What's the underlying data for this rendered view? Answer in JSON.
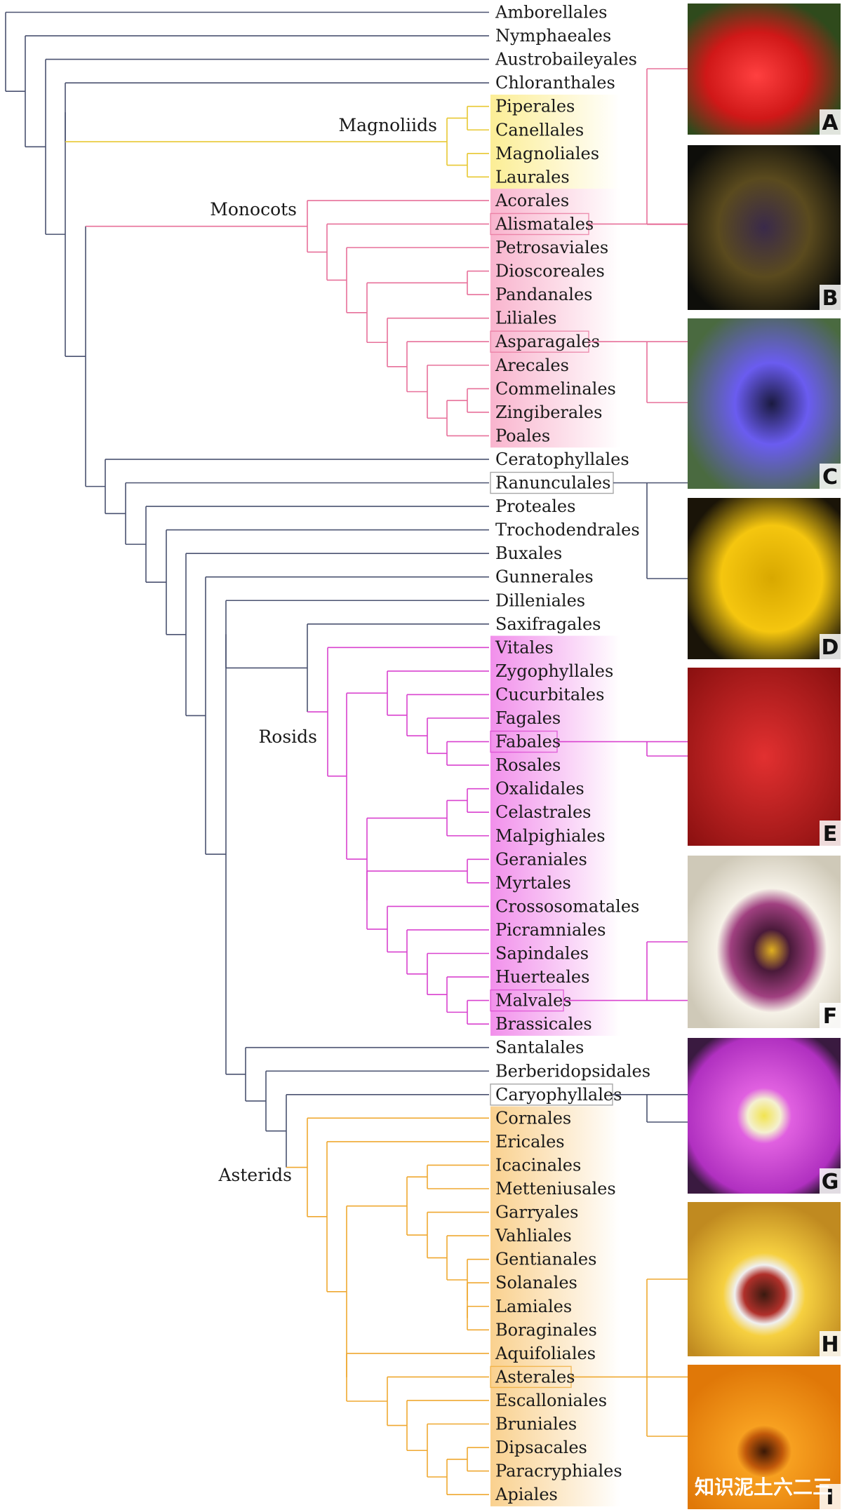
{
  "colors": {
    "base": "#4a5270",
    "magnoliids": "#e8c832",
    "monocots": "#e7709a",
    "rosids": "#d942cf",
    "asterids": "#efa830"
  },
  "taxa": [
    {
      "name": "Amborellales",
      "group": "base"
    },
    {
      "name": "Nymphaeales",
      "group": "base"
    },
    {
      "name": "Austrobaileyales",
      "group": "base"
    },
    {
      "name": "Chloranthales",
      "group": "base"
    },
    {
      "name": "Piperales",
      "group": "magnoliids"
    },
    {
      "name": "Canellales",
      "group": "magnoliids"
    },
    {
      "name": "Magnoliales",
      "group": "magnoliids"
    },
    {
      "name": "Laurales",
      "group": "magnoliids"
    },
    {
      "name": "Acorales",
      "group": "monocots"
    },
    {
      "name": "Alismatales",
      "group": "monocots"
    },
    {
      "name": "Petrosaviales",
      "group": "monocots"
    },
    {
      "name": "Dioscoreales",
      "group": "monocots"
    },
    {
      "name": "Pandanales",
      "group": "monocots"
    },
    {
      "name": "Liliales",
      "group": "monocots"
    },
    {
      "name": "Asparagales",
      "group": "monocots"
    },
    {
      "name": "Arecales",
      "group": "monocots"
    },
    {
      "name": "Commelinales",
      "group": "monocots"
    },
    {
      "name": "Zingiberales",
      "group": "monocots"
    },
    {
      "name": "Poales",
      "group": "monocots"
    },
    {
      "name": "Ceratophyllales",
      "group": "base"
    },
    {
      "name": "Ranunculales",
      "group": "base"
    },
    {
      "name": "Proteales",
      "group": "base"
    },
    {
      "name": "Trochodendrales",
      "group": "base"
    },
    {
      "name": "Buxales",
      "group": "base"
    },
    {
      "name": "Gunnerales",
      "group": "base"
    },
    {
      "name": "Dilleniales",
      "group": "base"
    },
    {
      "name": "Saxifragales",
      "group": "base"
    },
    {
      "name": "Vitales",
      "group": "rosids"
    },
    {
      "name": "Zygophyllales",
      "group": "rosids"
    },
    {
      "name": "Cucurbitales",
      "group": "rosids"
    },
    {
      "name": "Fagales",
      "group": "rosids"
    },
    {
      "name": "Fabales",
      "group": "rosids"
    },
    {
      "name": "Rosales",
      "group": "rosids"
    },
    {
      "name": "Oxalidales",
      "group": "rosids"
    },
    {
      "name": "Celastrales",
      "group": "rosids"
    },
    {
      "name": "Malpighiales",
      "group": "rosids"
    },
    {
      "name": "Geraniales",
      "group": "rosids"
    },
    {
      "name": "Myrtales",
      "group": "rosids"
    },
    {
      "name": "Crossosomatales",
      "group": "rosids"
    },
    {
      "name": "Picramniales",
      "group": "rosids"
    },
    {
      "name": "Sapindales",
      "group": "rosids"
    },
    {
      "name": "Huerteales",
      "group": "rosids"
    },
    {
      "name": "Malvales",
      "group": "rosids"
    },
    {
      "name": "Brassicales",
      "group": "rosids"
    },
    {
      "name": "Santalales",
      "group": "base"
    },
    {
      "name": "Berberidopsidales",
      "group": "base"
    },
    {
      "name": "Caryophyllales",
      "group": "base"
    },
    {
      "name": "Cornales",
      "group": "asterids"
    },
    {
      "name": "Ericales",
      "group": "asterids"
    },
    {
      "name": "Icacinales",
      "group": "asterids"
    },
    {
      "name": "Metteniusales",
      "group": "asterids"
    },
    {
      "name": "Garryales",
      "group": "asterids"
    },
    {
      "name": "Vahliales",
      "group": "asterids"
    },
    {
      "name": "Gentianales",
      "group": "asterids"
    },
    {
      "name": "Solanales",
      "group": "asterids"
    },
    {
      "name": "Lamiales",
      "group": "asterids"
    },
    {
      "name": "Boraginales",
      "group": "asterids"
    },
    {
      "name": "Aquifoliales",
      "group": "asterids"
    },
    {
      "name": "Asterales",
      "group": "asterids"
    },
    {
      "name": "Escalloniales",
      "group": "asterids"
    },
    {
      "name": "Bruniales",
      "group": "asterids"
    },
    {
      "name": "Dipsacales",
      "group": "asterids"
    },
    {
      "name": "Paracryphiales",
      "group": "asterids"
    },
    {
      "name": "Apiales",
      "group": "asterids"
    }
  ],
  "clades": [
    {
      "label": "Magnoliids",
      "group": "magnoliids"
    },
    {
      "label": "Monocots",
      "group": "monocots"
    },
    {
      "label": "Rosids",
      "group": "rosids"
    },
    {
      "label": "Asterids",
      "group": "asterids"
    }
  ],
  "highlighted_taxa": [
    "Alismatales",
    "Asparagales",
    "Ranunculales",
    "Fabales",
    "Malvales",
    "Caryophyllales",
    "Asterales"
  ],
  "photos": [
    {
      "letter": "A",
      "subject": "red-anthurium-flower",
      "linked_taxon": "Alismatales"
    },
    {
      "letter": "B",
      "subject": "ophrys-orchid-flower",
      "linked_taxon": "Alismatales"
    },
    {
      "letter": "C",
      "subject": "blue-violet-flower",
      "linked_taxon": "Asparagales"
    },
    {
      "letter": "D",
      "subject": "yellow-buttercup-flower",
      "linked_taxon": "Ranunculales"
    },
    {
      "letter": "E",
      "subject": "red-desert-pea-flower",
      "linked_taxon": "Fabales"
    },
    {
      "letter": "F",
      "subject": "white-purple-hibiscus-flower",
      "linked_taxon": "Malvales"
    },
    {
      "letter": "G",
      "subject": "pink-ice-plant-flower",
      "linked_taxon": "Caryophyllales"
    },
    {
      "letter": "H",
      "subject": "yellow-daisy-flower",
      "linked_taxon": "Asterales"
    },
    {
      "letter": "I",
      "subject": "orange-daisy-flower",
      "linked_taxon": "Asterales"
    }
  ],
  "watermark": "知识泥土六二三"
}
